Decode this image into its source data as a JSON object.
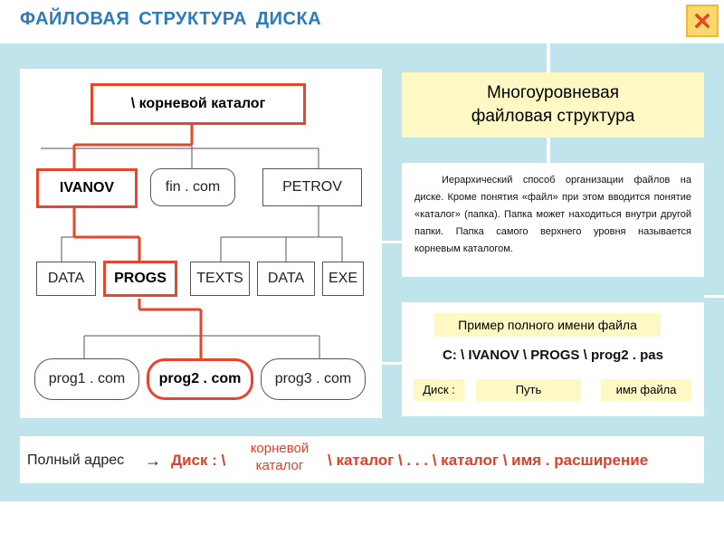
{
  "header": {
    "title": "ФАЙЛОВАЯ СТРУКТУРА ДИСКА",
    "close_icon": "close-icon"
  },
  "colors": {
    "title": "#2b7bbf",
    "panel": "#bfe4ec",
    "highlight": "#e8452d",
    "note_yellow": "#fdf8c4",
    "close_button": "#f7d96c"
  },
  "tree": {
    "root": "\\ корневой каталог",
    "level1": [
      "IVANOV",
      "fin . com",
      "PETROV"
    ],
    "ivanov_children": [
      "DATA",
      "PROGS"
    ],
    "petrov_children": [
      "TEXTS",
      "DATA",
      "EXE"
    ],
    "progs_children": [
      "prog1 . com",
      "prog2 . com",
      "prog3 . com"
    ]
  },
  "info": {
    "heading_line1": "Многоуровневая",
    "heading_line2": "файловая структура",
    "description": "Иерархический способ организации файлов на диске. Кроме понятия «файл» при этом вводится понятие «каталог» (папка). Папка может находиться внутри другой папки. Папка самого верхнего уровня называется корневым каталогом."
  },
  "example": {
    "heading": "Пример полного имени файла",
    "path": "C: \\ IVANOV \\ PROGS \\ prog2 . pas",
    "disk_label": "Диск :",
    "path_label": "Путь",
    "filename_label": "имя файла"
  },
  "address": {
    "label": "Полный адрес",
    "arrow": "→",
    "disk": "Диск : \\",
    "root_line1": "корневой",
    "root_line2": "каталог",
    "rest": "\\ каталог \\ . . . \\ каталог \\ имя . расширение"
  }
}
